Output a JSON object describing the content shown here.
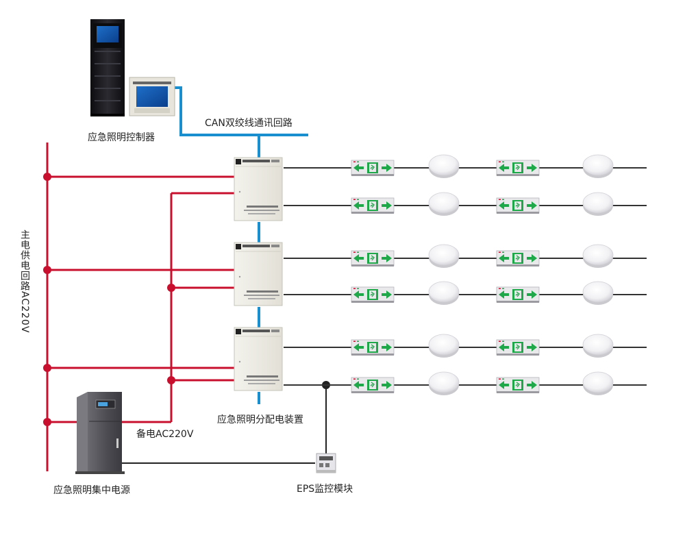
{
  "labels": {
    "controller": "应急照明控制器",
    "can_line": "CAN双绞线通讯回路",
    "main_power": "主电供电回路AC220V",
    "distribution": "应急照明分配电装置",
    "backup_power": "备电AC220V",
    "central_power": "应急照明集中电源",
    "eps_module": "EPS监控模块"
  },
  "colors": {
    "main_power_line": "#c8102e",
    "can_line": "#1a8fd0",
    "branch_line": "#333333",
    "exit_sign_green": "#1fa84a"
  },
  "icons": {
    "controller_cabinet": "server-cabinet-icon",
    "controller_monitor": "monitor-icon",
    "distribution_box": "distribution-box-icon",
    "exit_sign": "exit-sign-icon",
    "downlight": "downlight-icon",
    "power_cabinet": "power-cabinet-icon",
    "eps_module": "eps-module-icon"
  }
}
